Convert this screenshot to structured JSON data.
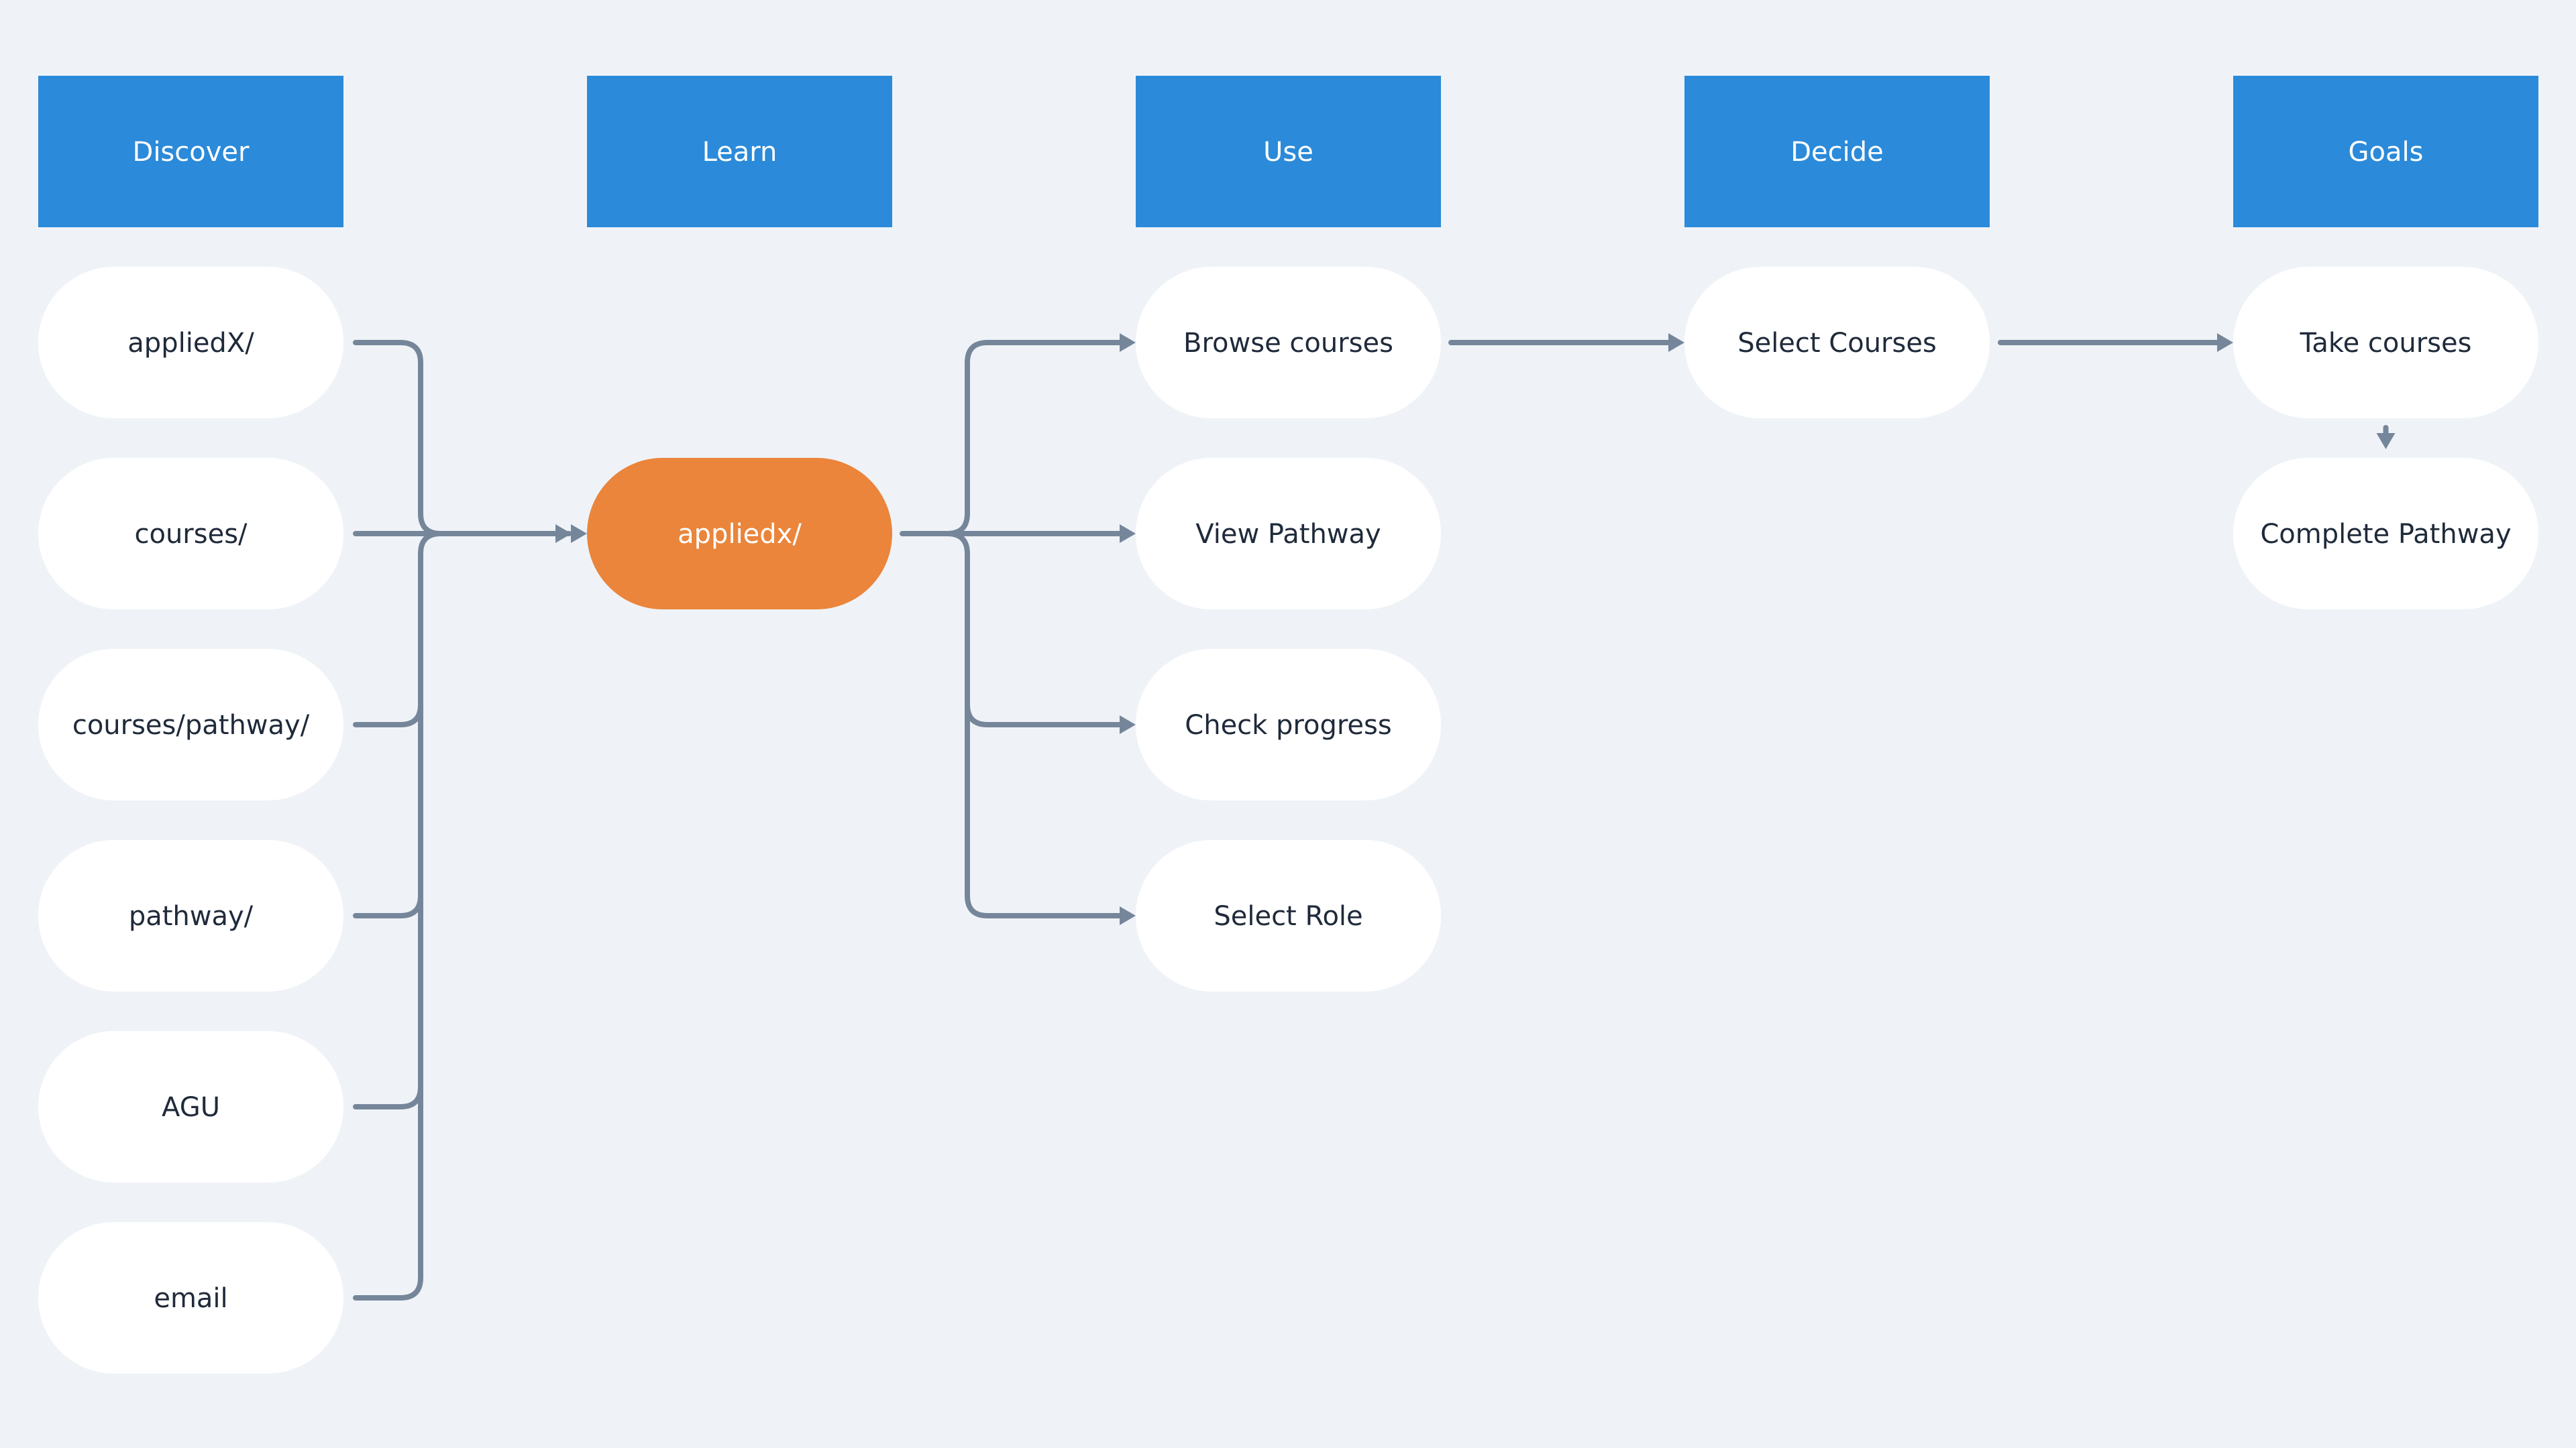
{
  "stages": [
    {
      "id": "discover",
      "label": "Discover"
    },
    {
      "id": "learn",
      "label": "Learn"
    },
    {
      "id": "use",
      "label": "Use"
    },
    {
      "id": "decide",
      "label": "Decide"
    },
    {
      "id": "goals",
      "label": "Goals"
    }
  ],
  "discover_nodes": [
    {
      "id": "appliedx-entry",
      "label": "appliedX/"
    },
    {
      "id": "courses-entry",
      "label": "courses/"
    },
    {
      "id": "courses-pathway-entry",
      "label": "courses/pathway/"
    },
    {
      "id": "pathway-entry",
      "label": "pathway/"
    },
    {
      "id": "agu-entry",
      "label": "AGU"
    },
    {
      "id": "email-entry",
      "label": "email"
    }
  ],
  "learn_hub": {
    "id": "appliedx-hub",
    "label": "appliedx/"
  },
  "use_nodes": [
    {
      "id": "browse-courses",
      "label": "Browse courses"
    },
    {
      "id": "view-pathway",
      "label": "View Pathway"
    },
    {
      "id": "check-progress",
      "label": "Check progress"
    },
    {
      "id": "select-role",
      "label": "Select Role"
    }
  ],
  "decide_nodes": [
    {
      "id": "select-courses",
      "label": "Select Courses"
    }
  ],
  "goals_nodes": [
    {
      "id": "take-courses",
      "label": "Take courses"
    },
    {
      "id": "complete-pathway",
      "label": "Complete Pathway"
    }
  ],
  "colors": {
    "background": "#eff3f7",
    "stage_header": "#2b8ad9",
    "hub": "#ea853b",
    "connector": "#76869a",
    "node": "#ffffff",
    "node_text": "#1f2a3a"
  }
}
